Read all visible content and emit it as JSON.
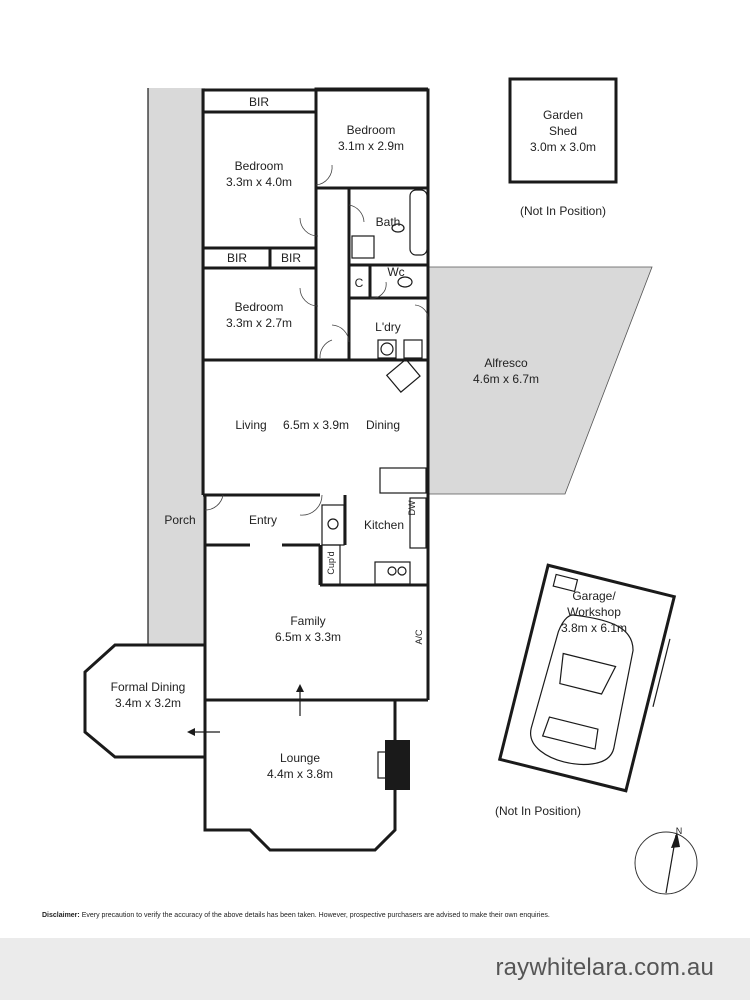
{
  "rooms": {
    "bir_top": "BIR",
    "bedroom_2_name": "Bedroom",
    "bedroom_2_size": "3.1m x 2.9m",
    "bedroom_1_name": "Bedroom",
    "bedroom_1_size": "3.3m x 4.0m",
    "bath": "Bath",
    "bir_left": "BIR",
    "bir_mid": "BIR",
    "wc": "Wc",
    "c": "C",
    "bedroom_3_name": "Bedroom",
    "bedroom_3_size": "3.3m x 2.7m",
    "ldry": "L'dry",
    "living": "Living",
    "living_size": "6.5m x 3.9m",
    "dining": "Dining",
    "alfresco_name": "Alfresco",
    "alfresco_size": "4.6m x 6.7m",
    "porch": "Porch",
    "entry": "Entry",
    "kitchen": "Kitchen",
    "dw": "DW",
    "cupd": "Cup'd",
    "family_name": "Family",
    "family_size": "6.5m x 3.3m",
    "ac": "A/C",
    "formal_dining_name": "Formal Dining",
    "formal_dining_size": "3.4m x 3.2m",
    "lounge_name": "Lounge",
    "lounge_size": "4.4m x 3.8m",
    "garden_shed_line1": "Garden",
    "garden_shed_line2": "Shed",
    "garden_shed_size": "3.0m x 3.0m",
    "not_in_position_1": "(Not In Position)",
    "garage_line1": "Garage/",
    "garage_line2": "Workshop",
    "garage_size": "3.8m x 6.1m",
    "not_in_position_2": "(Not In Position)",
    "north": "N"
  },
  "disclaimer": {
    "label": "Disclaimer:",
    "text": "Every precaution to verify the accuracy of the above details has been taken. However, prospective purchasers are advised to make their own enquiries."
  },
  "footer": {
    "url": "raywhitelara.com.au"
  },
  "colors": {
    "outdoor_fill": "#d9d9d9",
    "wall": "#1a1a1a",
    "footer_bg": "#ebebeb"
  }
}
